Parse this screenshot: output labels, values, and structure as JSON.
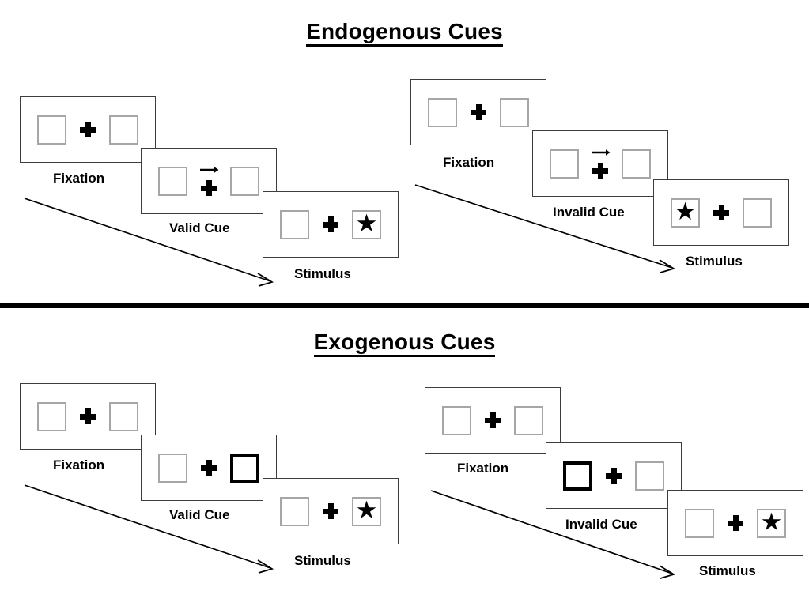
{
  "sections": [
    {
      "id": "endogenous",
      "title": "Endogenous Cues",
      "sequences": [
        {
          "id": "endogenous-valid",
          "steps": [
            {
              "caption": "Fixation",
              "cue_type": "none",
              "cued_side": "none",
              "star_side": "none"
            },
            {
              "caption": "Valid Cue",
              "cue_type": "arrow",
              "cue_direction": "right",
              "cued_side": "none",
              "star_side": "none"
            },
            {
              "caption": "Stimulus",
              "cue_type": "none",
              "cued_side": "none",
              "star_side": "right"
            }
          ]
        },
        {
          "id": "endogenous-invalid",
          "steps": [
            {
              "caption": "Fixation",
              "cue_type": "none",
              "cued_side": "none",
              "star_side": "none"
            },
            {
              "caption": "Invalid Cue",
              "cue_type": "arrow",
              "cue_direction": "right",
              "cued_side": "none",
              "star_side": "none"
            },
            {
              "caption": "Stimulus",
              "cue_type": "none",
              "cued_side": "none",
              "star_side": "left"
            }
          ]
        }
      ]
    },
    {
      "id": "exogenous",
      "title": "Exogenous Cues",
      "sequences": [
        {
          "id": "exogenous-valid",
          "steps": [
            {
              "caption": "Fixation",
              "cue_type": "none",
              "cued_side": "none",
              "star_side": "none"
            },
            {
              "caption": "Valid Cue",
              "cue_type": "box",
              "cued_side": "right",
              "star_side": "none"
            },
            {
              "caption": "Stimulus",
              "cue_type": "none",
              "cued_side": "none",
              "star_side": "right"
            }
          ]
        },
        {
          "id": "exogenous-invalid",
          "steps": [
            {
              "caption": "Fixation",
              "cue_type": "none",
              "cued_side": "none",
              "star_side": "none"
            },
            {
              "caption": "Invalid Cue",
              "cue_type": "box",
              "cued_side": "left",
              "star_side": "none"
            },
            {
              "caption": "Stimulus",
              "cue_type": "none",
              "cued_side": "none",
              "star_side": "right"
            }
          ]
        }
      ]
    }
  ],
  "glyphs": {
    "star": "★"
  },
  "colors": {
    "ink": "#000000",
    "panel_border": "#3d3d3d",
    "box_border": "#a6a6a6",
    "cued_box_border": "#000000",
    "background": "#ffffff"
  }
}
